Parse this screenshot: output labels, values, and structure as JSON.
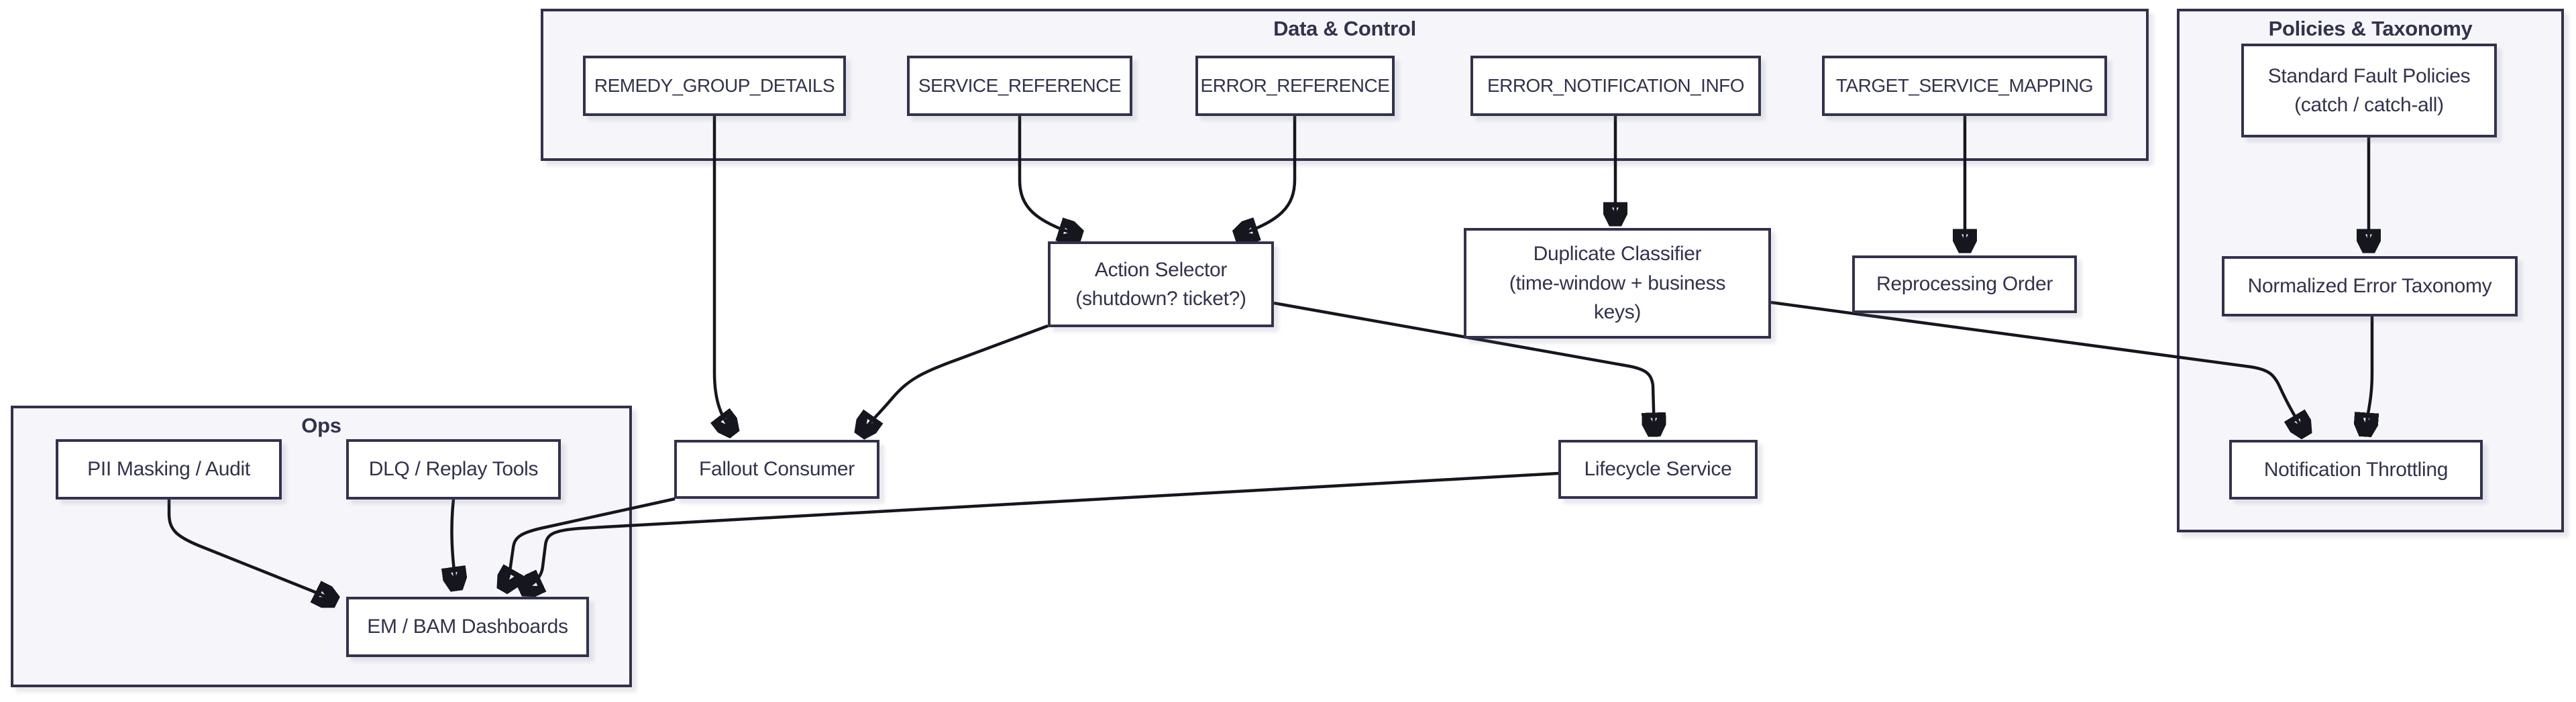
{
  "diagram": {
    "containers": {
      "data_control": {
        "title": "Data & Control"
      },
      "policies": {
        "title": "Policies & Taxonomy"
      },
      "ops": {
        "title": "Ops"
      }
    },
    "nodes": {
      "remedy_group_details": {
        "label": "REMEDY_GROUP_DETAILS"
      },
      "service_reference": {
        "label": "SERVICE_REFERENCE"
      },
      "error_reference": {
        "label": "ERROR_REFERENCE"
      },
      "error_notification_info": {
        "label": "ERROR_NOTIFICATION_INFO"
      },
      "target_service_mapping": {
        "label": "TARGET_SERVICE_MAPPING"
      },
      "standard_fault_policies": {
        "lines": [
          "Standard Fault Policies",
          "(catch / catch-all)"
        ]
      },
      "action_selector": {
        "lines": [
          "Action Selector",
          "(shutdown? ticket?)"
        ]
      },
      "duplicate_classifier": {
        "lines": [
          "Duplicate Classifier",
          "(time-window + business",
          "keys)"
        ]
      },
      "reprocessing_order": {
        "label": "Reprocessing Order"
      },
      "normalized_error_taxonomy": {
        "label": "Normalized Error Taxonomy"
      },
      "fallout_consumer": {
        "label": "Fallout Consumer"
      },
      "lifecycle_service": {
        "label": "Lifecycle Service"
      },
      "notification_throttling": {
        "label": "Notification Throttling"
      },
      "pii_masking_audit": {
        "label": "PII Masking / Audit"
      },
      "dlq_replay_tools": {
        "label": "DLQ / Replay Tools"
      },
      "em_bam_dashboards": {
        "label": "EM / BAM Dashboards"
      }
    },
    "edges": [
      {
        "from": "REMEDY_GROUP_DETAILS",
        "to": "Fallout Consumer"
      },
      {
        "from": "SERVICE_REFERENCE",
        "to": "Action Selector"
      },
      {
        "from": "ERROR_REFERENCE",
        "to": "Action Selector"
      },
      {
        "from": "ERROR_NOTIFICATION_INFO",
        "to": "Duplicate Classifier"
      },
      {
        "from": "TARGET_SERVICE_MAPPING",
        "to": "Reprocessing Order"
      },
      {
        "from": "Standard Fault Policies",
        "to": "Normalized Error Taxonomy"
      },
      {
        "from": "Normalized Error Taxonomy",
        "to": "Notification Throttling"
      },
      {
        "from": "Duplicate Classifier",
        "to": "Notification Throttling"
      },
      {
        "from": "Action Selector",
        "to": "Fallout Consumer"
      },
      {
        "from": "Action Selector",
        "to": "Lifecycle Service"
      },
      {
        "from": "Fallout Consumer",
        "to": "EM / BAM Dashboards"
      },
      {
        "from": "Lifecycle Service",
        "to": "EM / BAM Dashboards"
      },
      {
        "from": "PII Masking / Audit",
        "to": "EM / BAM Dashboards"
      },
      {
        "from": "DLQ / Replay Tools",
        "to": "EM / BAM Dashboards"
      }
    ],
    "colors": {
      "node_border": "#32324e",
      "node_fill": "#ffffff",
      "container_fill": "#f6f6fa",
      "edge": "#16161f",
      "text": "#32324e",
      "background": "#ffffff"
    }
  }
}
